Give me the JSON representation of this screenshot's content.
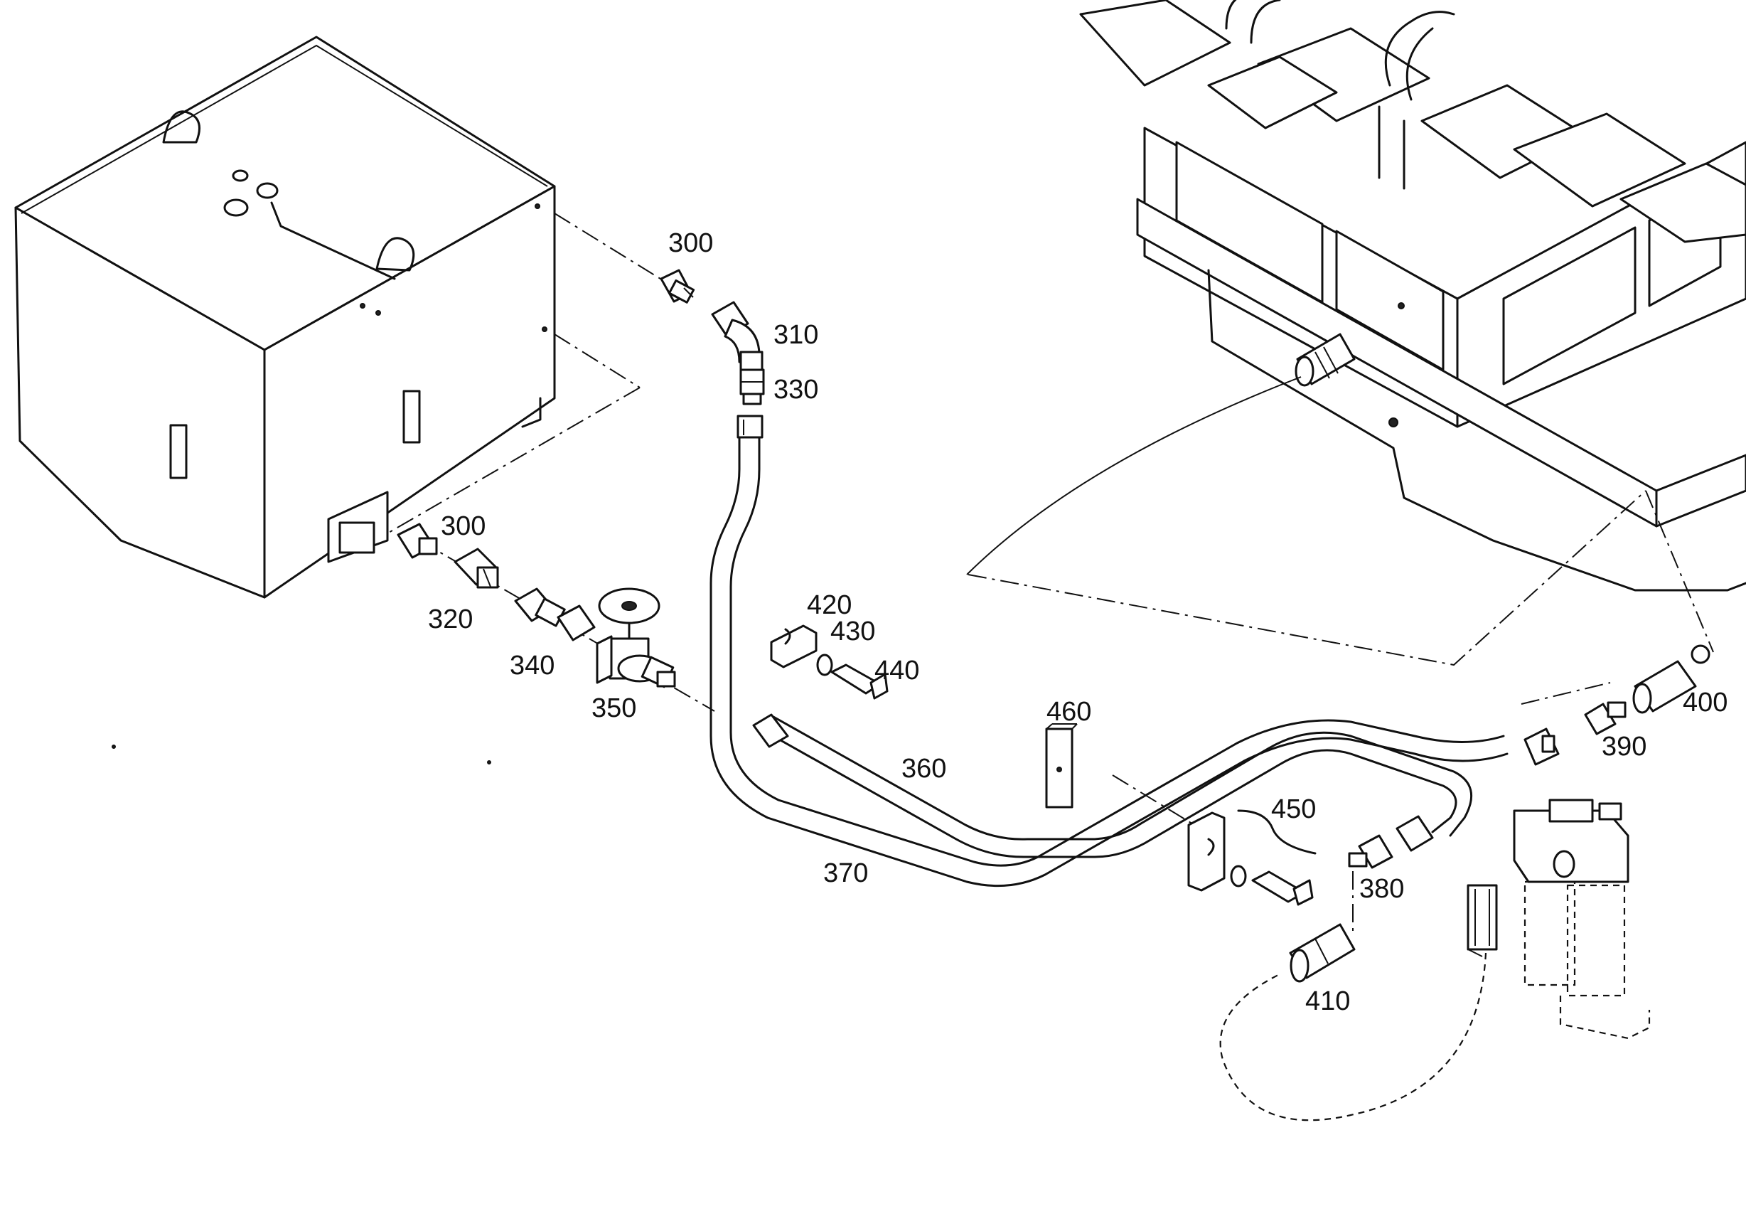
{
  "labels": {
    "tank_outlet_fitting_top": "300",
    "elbow": "310",
    "adapter_top": "330",
    "tank_outlet_fitting_bottom": "300",
    "nut_320": "320",
    "union_340": "340",
    "shutoff_valve": "350",
    "pipe_360": "360",
    "pipe_370": "370",
    "connector_380": "380",
    "connector_390": "390",
    "hose_end_400": "400",
    "hose_end_410": "410",
    "clamp_420": "420",
    "washer_430": "430",
    "bolt_440": "440",
    "clamp_set_450": "450",
    "plate_460": "460"
  }
}
